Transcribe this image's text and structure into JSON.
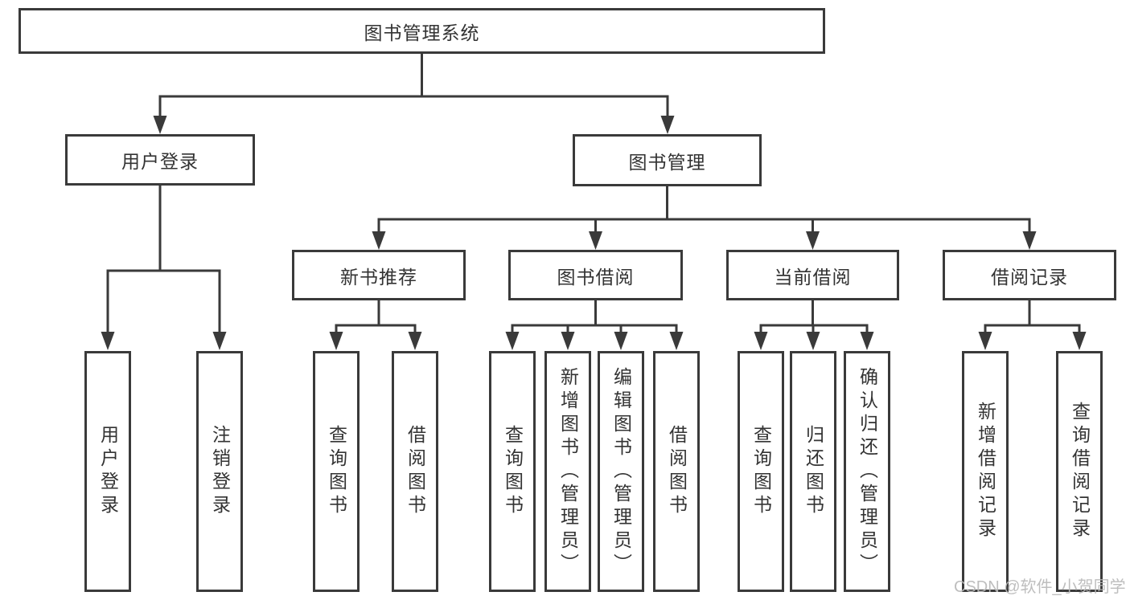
{
  "diagram": {
    "watermark": "CSDN @软件_小贺同学",
    "colors": {
      "line": "#3a3a3a",
      "text": "#333333",
      "background": "#ffffff",
      "watermark_text": "#b9b9b9"
    },
    "nodes": {
      "root": {
        "label": "图书管理系统"
      },
      "user_login": {
        "label": "用户登录"
      },
      "book_mgmt": {
        "label": "图书管理"
      },
      "login": {
        "label": "用户登录"
      },
      "logout": {
        "label": "注销登录"
      },
      "new_book_rec": {
        "label": "新书推荐"
      },
      "book_borrow": {
        "label": "图书借阅"
      },
      "current_borrow": {
        "label": "当前借阅"
      },
      "borrow_records": {
        "label": "借阅记录"
      },
      "query_books_rec": {
        "label": "查询图书"
      },
      "borrow_books_rec": {
        "label": "借阅图书"
      },
      "query_books_borrow": {
        "label": "查询图书"
      },
      "add_books_admin": {
        "label": "新增图书（管理员）"
      },
      "edit_books_admin": {
        "label": "编辑图书（管理员）"
      },
      "borrow_books_borrow": {
        "label": "借阅图书"
      },
      "query_books_current": {
        "label": "查询图书"
      },
      "return_books": {
        "label": "归还图书"
      },
      "confirm_return_admin": {
        "label": "确认归还（管理员）"
      },
      "add_borrow_record": {
        "label": "新增借阅记录"
      },
      "query_borrow_record": {
        "label": "查询借阅记录"
      }
    }
  }
}
